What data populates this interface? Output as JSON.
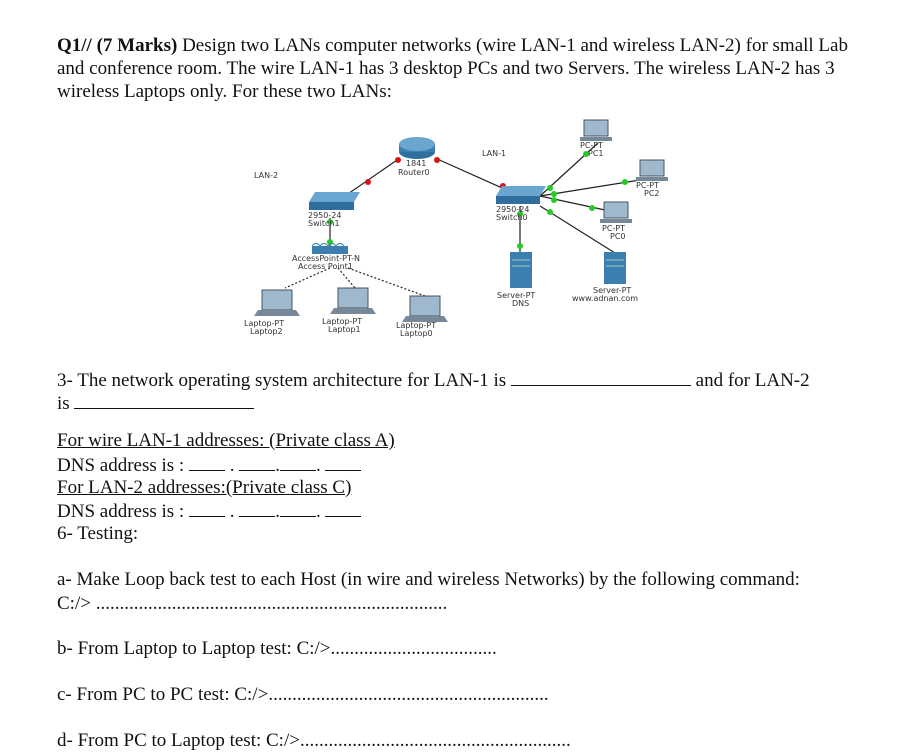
{
  "question": {
    "number": "Q1//",
    "marks": "(7 Marks)",
    "text": "Design two LANs computer networks (wire LAN-1 and wireless LAN-2) for small Lab and conference room. The wire LAN-1 has 3 desktop PCs and two Servers. The wireless LAN-2 has 3 wireless Laptops only. For these two LANs:"
  },
  "diagram": {
    "lan2": "LAN-2",
    "lan1": "LAN-1",
    "router": [
      "1841",
      "Router0"
    ],
    "switch1": [
      "2950-24",
      "Switch1"
    ],
    "switch0": [
      "2950-24",
      "Switch0"
    ],
    "ap": [
      "AccessPoint-PT-N",
      "Access Point1"
    ],
    "pc1": [
      "PC-PT",
      "PC1"
    ],
    "pc2": [
      "PC-PT",
      "PC2"
    ],
    "pc0": [
      "PC-PT",
      "PC0"
    ],
    "server_dns": [
      "Server-PT",
      "DNS"
    ],
    "server_web": [
      "Server-PT",
      "www.adnan.com"
    ],
    "laptop2": [
      "Laptop-PT",
      "Laptop2"
    ],
    "laptop1": [
      "Laptop-PT",
      "Laptop1"
    ],
    "laptop0": [
      "Laptop-PT",
      "Laptop0"
    ],
    "colors": {
      "link_up": "#22cc22",
      "link_down": "#dd1111",
      "device": "#3a7fb0"
    }
  },
  "q3": {
    "text": "3- The network operating system architecture for LAN-1 is",
    "after": "and for LAN-2",
    "is": "is"
  },
  "lan1_addr": "For wire LAN-1 addresses: (Private class A)",
  "dns1": "DNS address is :",
  "lan2_addr": "For LAN-2 addresses:(Private class C)",
  "dns2": "DNS address is :",
  "testing": "6- Testing:",
  "a": {
    "text": "a- Make Loop back test to each Host (in wire and wireless Networks) by the following command:",
    "prompt": "C:/>",
    "dots": ".........................................................................."
  },
  "b": {
    "text": "b- From Laptop to Laptop test: C:/>",
    "dots": "..................................."
  },
  "c": {
    "text": "c- From PC to PC test: C:/>",
    "dots": "..........................................................."
  },
  "d": {
    "text": "d- From PC to Laptop test: C:/>",
    "dots": "........................................................."
  }
}
